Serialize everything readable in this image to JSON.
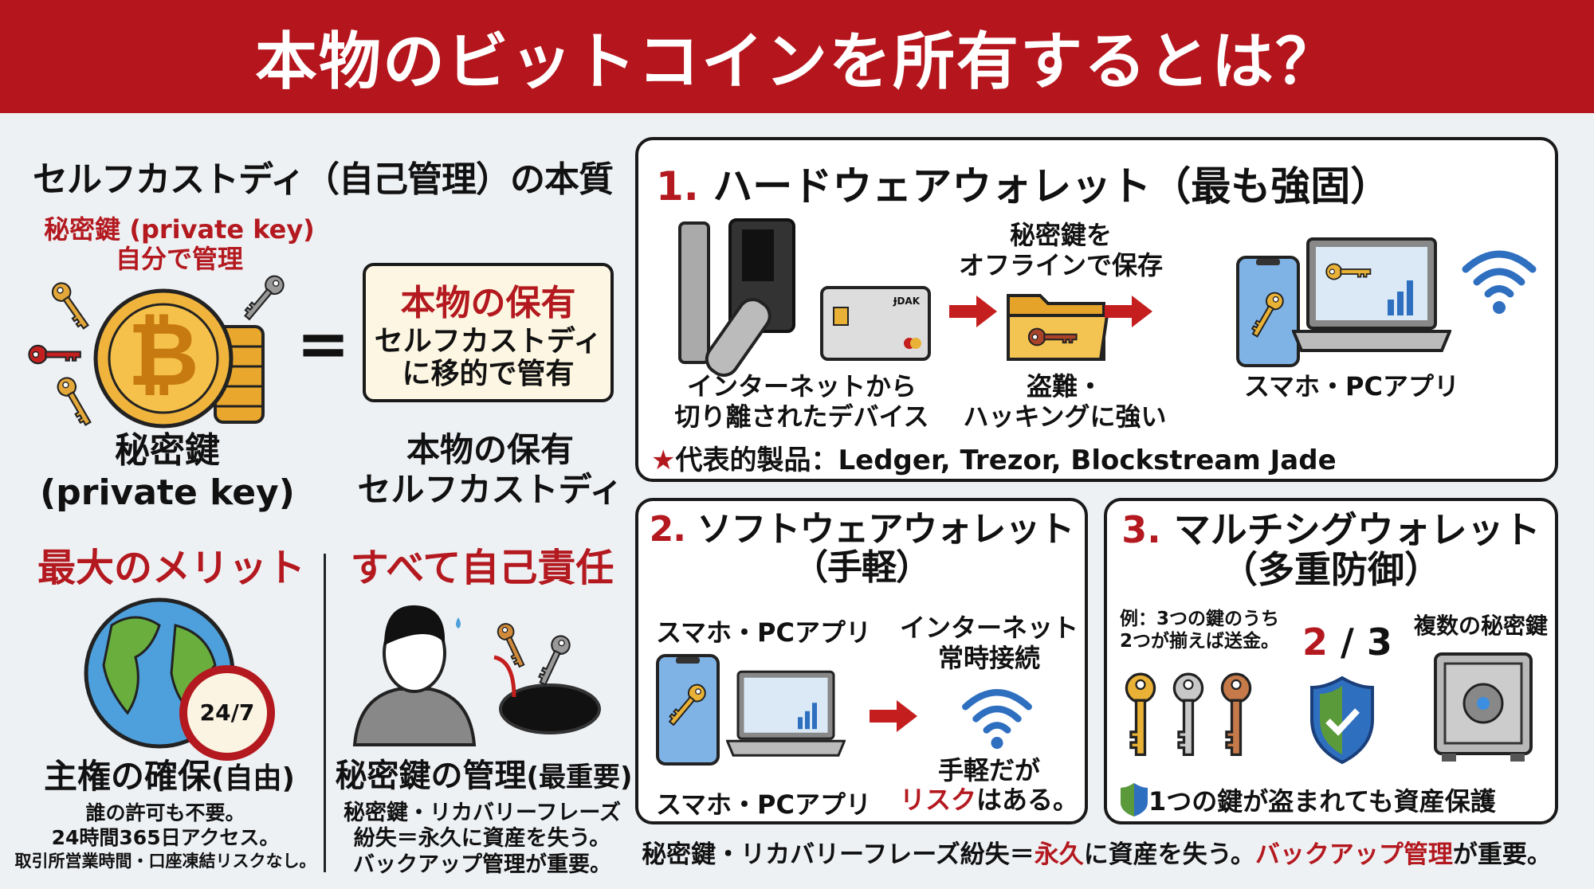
{
  "header": {
    "title": "本物のビットコインを所有するとは？"
  },
  "left": {
    "section_title": "セルフカストディ（自己管理）の本質",
    "key_note_line1": "秘密鍵 (private key)",
    "key_note_line2": "自分で管理",
    "coin_symbol": "₿",
    "equals": "=",
    "box_title": "本物の保有",
    "box_line1": "セルフカストディ",
    "box_line2": "に移的で管有",
    "coin_label_line1": "秘密鍵",
    "coin_label_line2": "(private key)",
    "result_label_line1": "本物の保有",
    "result_label_line2": "セルフカストディ"
  },
  "merit": {
    "heading": "最大のメリット",
    "clock_text": "24/7",
    "title": "主権の確保",
    "title_paren": "(自由)",
    "lines": [
      "誰の許可も不要。",
      "24時間365日アクセス。",
      "取引所営業時間・口座凍結リスクなし。"
    ]
  },
  "responsibility": {
    "heading": "すべて自己責任",
    "title": "秘密鍵の管理",
    "title_paren": "(最重要)",
    "lines": [
      "秘密鍵・リカバリーフレーズ",
      "紛失＝永久に資産を失う。",
      "バックアップ管理が重要。"
    ]
  },
  "hardware": {
    "number": "1.",
    "title": "ハードウェアウォレット（最も強固）",
    "card_brand": "ɈDAK",
    "device_label": [
      "インターネットから",
      "切り離されたデバイス"
    ],
    "offline_label": [
      "秘密鍵を",
      "オフラインで保存"
    ],
    "resist_label": [
      "盗難・",
      "ハッキングに強い"
    ],
    "app_label": "スマホ・PCアプリ",
    "star": "★",
    "products": "代表的製品：Ledger, Trezor, Blockstream Jade"
  },
  "software": {
    "number": "2.",
    "title": "ソフトウェアウォレット",
    "subtitle": "（手軽）",
    "app_label_top": "スマホ・PCアプリ",
    "internet_label": [
      "インターネット",
      "常時接続"
    ],
    "risk_line1": "手軽だが",
    "risk_red": "リスク",
    "risk_rest": "はある。",
    "app_label_bottom": "スマホ・PCアプリ"
  },
  "multisig": {
    "number": "3.",
    "title": "マルチシグウォレット",
    "subtitle": "（多重防御）",
    "example": [
      "例：3つの鍵のうち",
      "2つが揃えば送金。"
    ],
    "ratio_num": "2",
    "ratio_rest": " / 3",
    "keys_label": "複数の秘密鍵",
    "protect": "1つの鍵が盗まれても資産保護"
  },
  "footer": {
    "part1": "秘密鍵・リカバリーフレーズ紛失＝",
    "red1": "永久",
    "part2": "に資産を失う。",
    "red2": "バックアップ管理",
    "part3": "が重要。"
  },
  "colors": {
    "brand_red": "#b5161d",
    "gold": "#e9b236",
    "blue": "#2f6fc0",
    "green": "#5a9a3a"
  }
}
